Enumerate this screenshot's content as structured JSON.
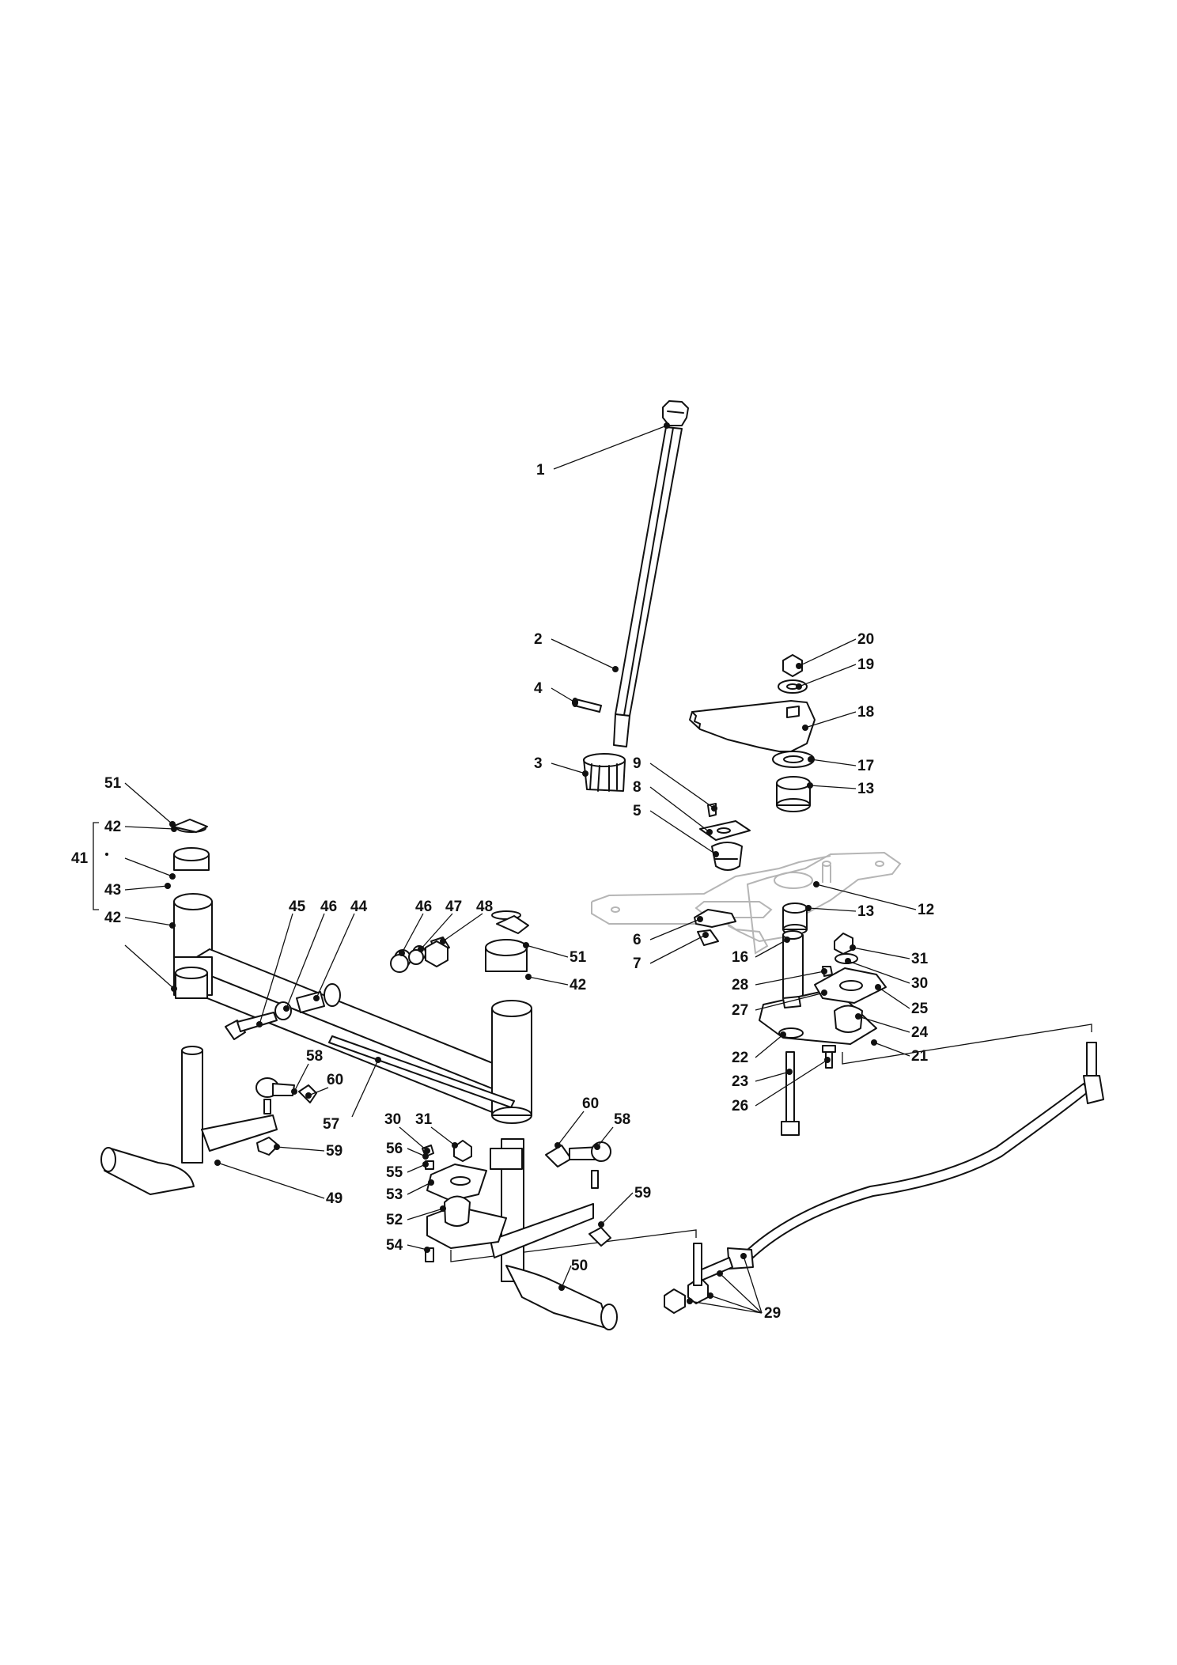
{
  "callouts": {
    "c1": "1",
    "c2": "2",
    "c3": "3",
    "c4": "4",
    "c5": "5",
    "c6": "6",
    "c7": "7",
    "c8": "8",
    "c9": "9",
    "c12": "12",
    "c13a": "13",
    "c13b": "13",
    "c16": "16",
    "c17": "17",
    "c18": "18",
    "c19": "19",
    "c20": "20",
    "c21": "21",
    "c22": "22",
    "c23": "23",
    "c24": "24",
    "c25": "25",
    "c26": "26",
    "c27": "27",
    "c28": "28",
    "c29": "29",
    "c30a": "30",
    "c31a": "31",
    "c30b": "30",
    "c31b": "31",
    "c41": "41",
    "c42a": "42",
    "c43": "43",
    "c42b": "42",
    "c42c": "42",
    "c44": "44",
    "c45": "45",
    "c46a": "46",
    "c46b": "46",
    "c47": "47",
    "c48": "48",
    "c49": "49",
    "c50": "50",
    "c51a": "51",
    "c51b": "51",
    "c52": "52",
    "c53": "53",
    "c54": "54",
    "c55": "55",
    "c56": "56",
    "c57": "57",
    "c58a": "58",
    "c58b": "58",
    "c59a": "59",
    "c59b": "59",
    "c60a": "60",
    "c60b": "60"
  }
}
